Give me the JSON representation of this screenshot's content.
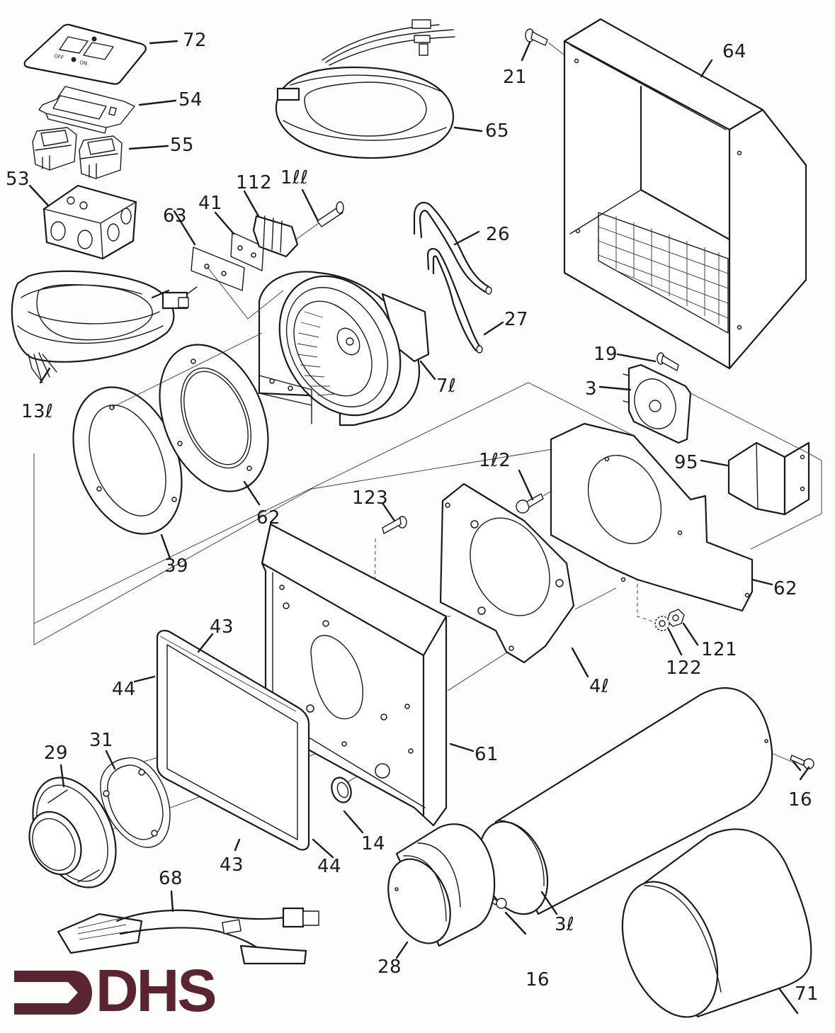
{
  "diagram": {
    "type": "exploded-parts-diagram",
    "subject": "Direct vent heater assembly",
    "brand": {
      "logo_text": "DHS",
      "logo_icon": "right-arrow-bracket-icon",
      "color": "#5a2430"
    },
    "line_color": "#1a1a1a",
    "zero_glyph_note": "Part numbers containing 0 are printed with a stylized zero glyph resembling a script l",
    "parts": [
      {
        "id": "p72",
        "number": "72",
        "display": "72",
        "description": "Switch wall plate (OFF / ON)"
      },
      {
        "id": "p54",
        "number": "54",
        "display": "54",
        "description": "Switch mounting bracket"
      },
      {
        "id": "p55",
        "number": "55",
        "display": "55",
        "description": "Rocker switches (2)"
      },
      {
        "id": "p53",
        "number": "53",
        "display": "53",
        "description": "Electrical junction box"
      },
      {
        "id": "p130",
        "number": "130",
        "display": "13ℓ",
        "description": "Wiring harness with connector"
      },
      {
        "id": "p63",
        "number": "63",
        "display": "63",
        "description": "Terminal plate"
      },
      {
        "id": "p41",
        "number": "41",
        "display": "41",
        "description": "Insulator plate"
      },
      {
        "id": "p112",
        "number": "112",
        "display": "112",
        "description": "Terminal block"
      },
      {
        "id": "p100",
        "number": "100",
        "display": "1ℓℓ",
        "description": "Screw"
      },
      {
        "id": "p65",
        "number": "65",
        "display": "65",
        "description": "Wiring harness with connectors"
      },
      {
        "id": "p21",
        "number": "21",
        "display": "21",
        "description": "Screw"
      },
      {
        "id": "p64",
        "number": "64",
        "display": "64",
        "description": "Front cabinet / grille housing"
      },
      {
        "id": "p26",
        "number": "26",
        "display": "26",
        "description": "Tube"
      },
      {
        "id": "p27",
        "number": "27",
        "display": "27",
        "description": "Tube"
      },
      {
        "id": "p70",
        "number": "70",
        "display": "7ℓ",
        "description": "Blower motor assembly"
      },
      {
        "id": "p19",
        "number": "19",
        "display": "19",
        "description": "Screw"
      },
      {
        "id": "p3",
        "number": "3",
        "display": "3",
        "description": "Pressure switch"
      },
      {
        "id": "p95",
        "number": "95",
        "display": "95",
        "description": "Control module"
      },
      {
        "id": "p39",
        "number": "39",
        "display": "39",
        "description": "Gasket"
      },
      {
        "id": "p62a",
        "number": "62",
        "display": "62",
        "description": "Mounting ring gasket"
      },
      {
        "id": "p102",
        "number": "102",
        "display": "1ℓ2",
        "description": "Screw"
      },
      {
        "id": "p123",
        "number": "123",
        "display": "123",
        "description": "Screw"
      },
      {
        "id": "p62b",
        "number": "62",
        "display": "62",
        "description": "Mounting plate"
      },
      {
        "id": "p121",
        "number": "121",
        "display": "121",
        "description": "Nut"
      },
      {
        "id": "p122",
        "number": "122",
        "display": "122",
        "description": "Lock washer"
      },
      {
        "id": "p40",
        "number": "40",
        "display": "4ℓ",
        "description": "Gasket plate"
      },
      {
        "id": "p43a",
        "number": "43",
        "display": "43",
        "description": "Frame gasket (top)"
      },
      {
        "id": "p44a",
        "number": "44",
        "display": "44",
        "description": "Frame gasket (side)"
      },
      {
        "id": "p61",
        "number": "61",
        "display": "61",
        "description": "Back panel / wall plate"
      },
      {
        "id": "p31",
        "number": "31",
        "display": "31",
        "description": "Gasket ring"
      },
      {
        "id": "p29",
        "number": "29",
        "display": "29",
        "description": "Vent terminal collar"
      },
      {
        "id": "p43b",
        "number": "43",
        "display": "43",
        "description": "Frame gasket (bottom)"
      },
      {
        "id": "p44b",
        "number": "44",
        "display": "44",
        "description": "Frame gasket (side)"
      },
      {
        "id": "p14",
        "number": "14",
        "display": "14",
        "description": "Grommet"
      },
      {
        "id": "p16a",
        "number": "16",
        "display": "16",
        "description": "Screw"
      },
      {
        "id": "p30",
        "number": "30",
        "display": "3ℓ",
        "description": "Vent pipe"
      },
      {
        "id": "p68",
        "number": "68",
        "display": "68",
        "description": "Control wiring harness"
      },
      {
        "id": "p28",
        "number": "28",
        "display": "28",
        "description": "Vent cap"
      },
      {
        "id": "p16b",
        "number": "16",
        "display": "16",
        "description": "Screw"
      },
      {
        "id": "p71",
        "number": "71",
        "display": "71",
        "description": "Outer vent sleeve"
      }
    ],
    "switch_plate_markings": {
      "off": "OFF",
      "on": "ON"
    }
  }
}
